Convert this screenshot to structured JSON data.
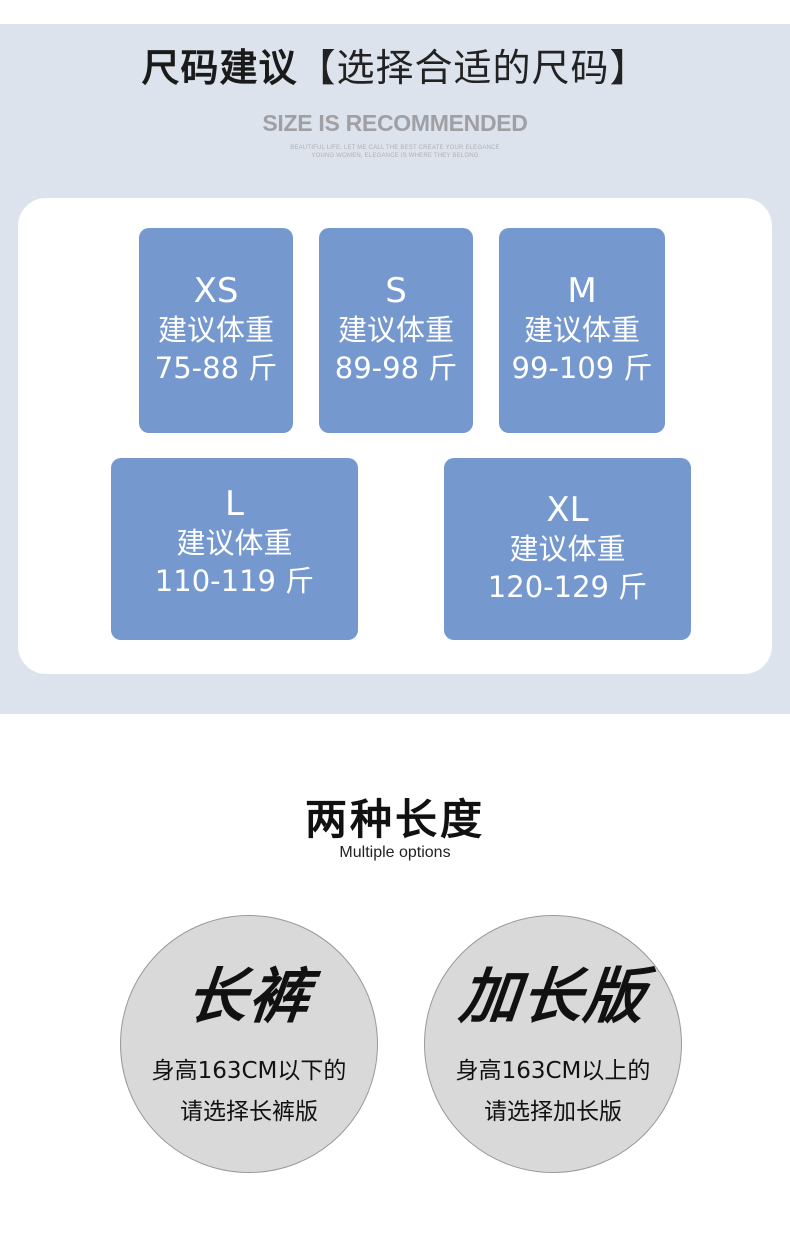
{
  "header": {
    "title_main": "尺码建议",
    "title_sub": "【选择合适的尺码】",
    "title_en": "SIZE IS RECOMMENDED",
    "fine_print_line1": "BEAUTIFUL LIFE, LET ME CALL THE BEST CREATE YOUR ELEGANCE",
    "fine_print_line2": "YOUNG WOMEN, ELEGANCE IS WHERE THEY BELONG"
  },
  "sizes": [
    {
      "size": "XS",
      "label": "建议体重",
      "weight": "75-88 斤"
    },
    {
      "size": "S",
      "label": "建议体重",
      "weight": "89-98 斤"
    },
    {
      "size": "M",
      "label": "建议体重",
      "weight": "99-109 斤"
    },
    {
      "size": "L",
      "label": "建议体重",
      "weight": "110-119 斤"
    },
    {
      "size": "XL",
      "label": "建议体重",
      "weight": "120-129 斤"
    }
  ],
  "length_section": {
    "title": "两种长度",
    "subtitle": "Multiple options",
    "options": [
      {
        "name": "长裤",
        "line1": "身高163CM以下的",
        "line2": "请选择长裤版"
      },
      {
        "name": "加长版",
        "line1": "身高163CM以上的",
        "line2": "请选择加长版"
      }
    ]
  },
  "colors": {
    "section_bg": "#dde3ec",
    "card_blue": "#7598cf",
    "circle_gray": "#d9d9d9"
  }
}
